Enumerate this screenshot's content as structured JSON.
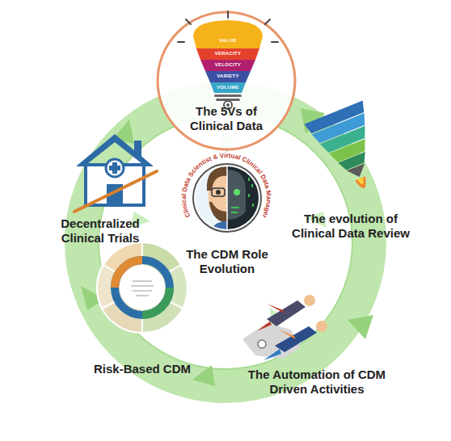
{
  "diagram": {
    "nodes": [
      {
        "text": [
          "The 5Vs of Clinical Data"
        ]
      },
      {
        "text": [
          "Decentralized Clinical Trials"
        ]
      },
      {
        "text": [
          "The evolution of Clinical Data Review"
        ]
      },
      {
        "text": [
          "The CDM Role Evolution"
        ]
      },
      {
        "text": [
          "Risk-Based CDM"
        ]
      },
      {
        "text": [
          "The Automation of CDM Driven Activities"
        ]
      }
    ],
    "labels": [
      "Clinical Data Scientist & Virtual Clinical Data Manager",
      "VALUE",
      "VERACITY",
      "VELOCITY",
      "VARIETY",
      "VOLUME"
    ]
  }
}
